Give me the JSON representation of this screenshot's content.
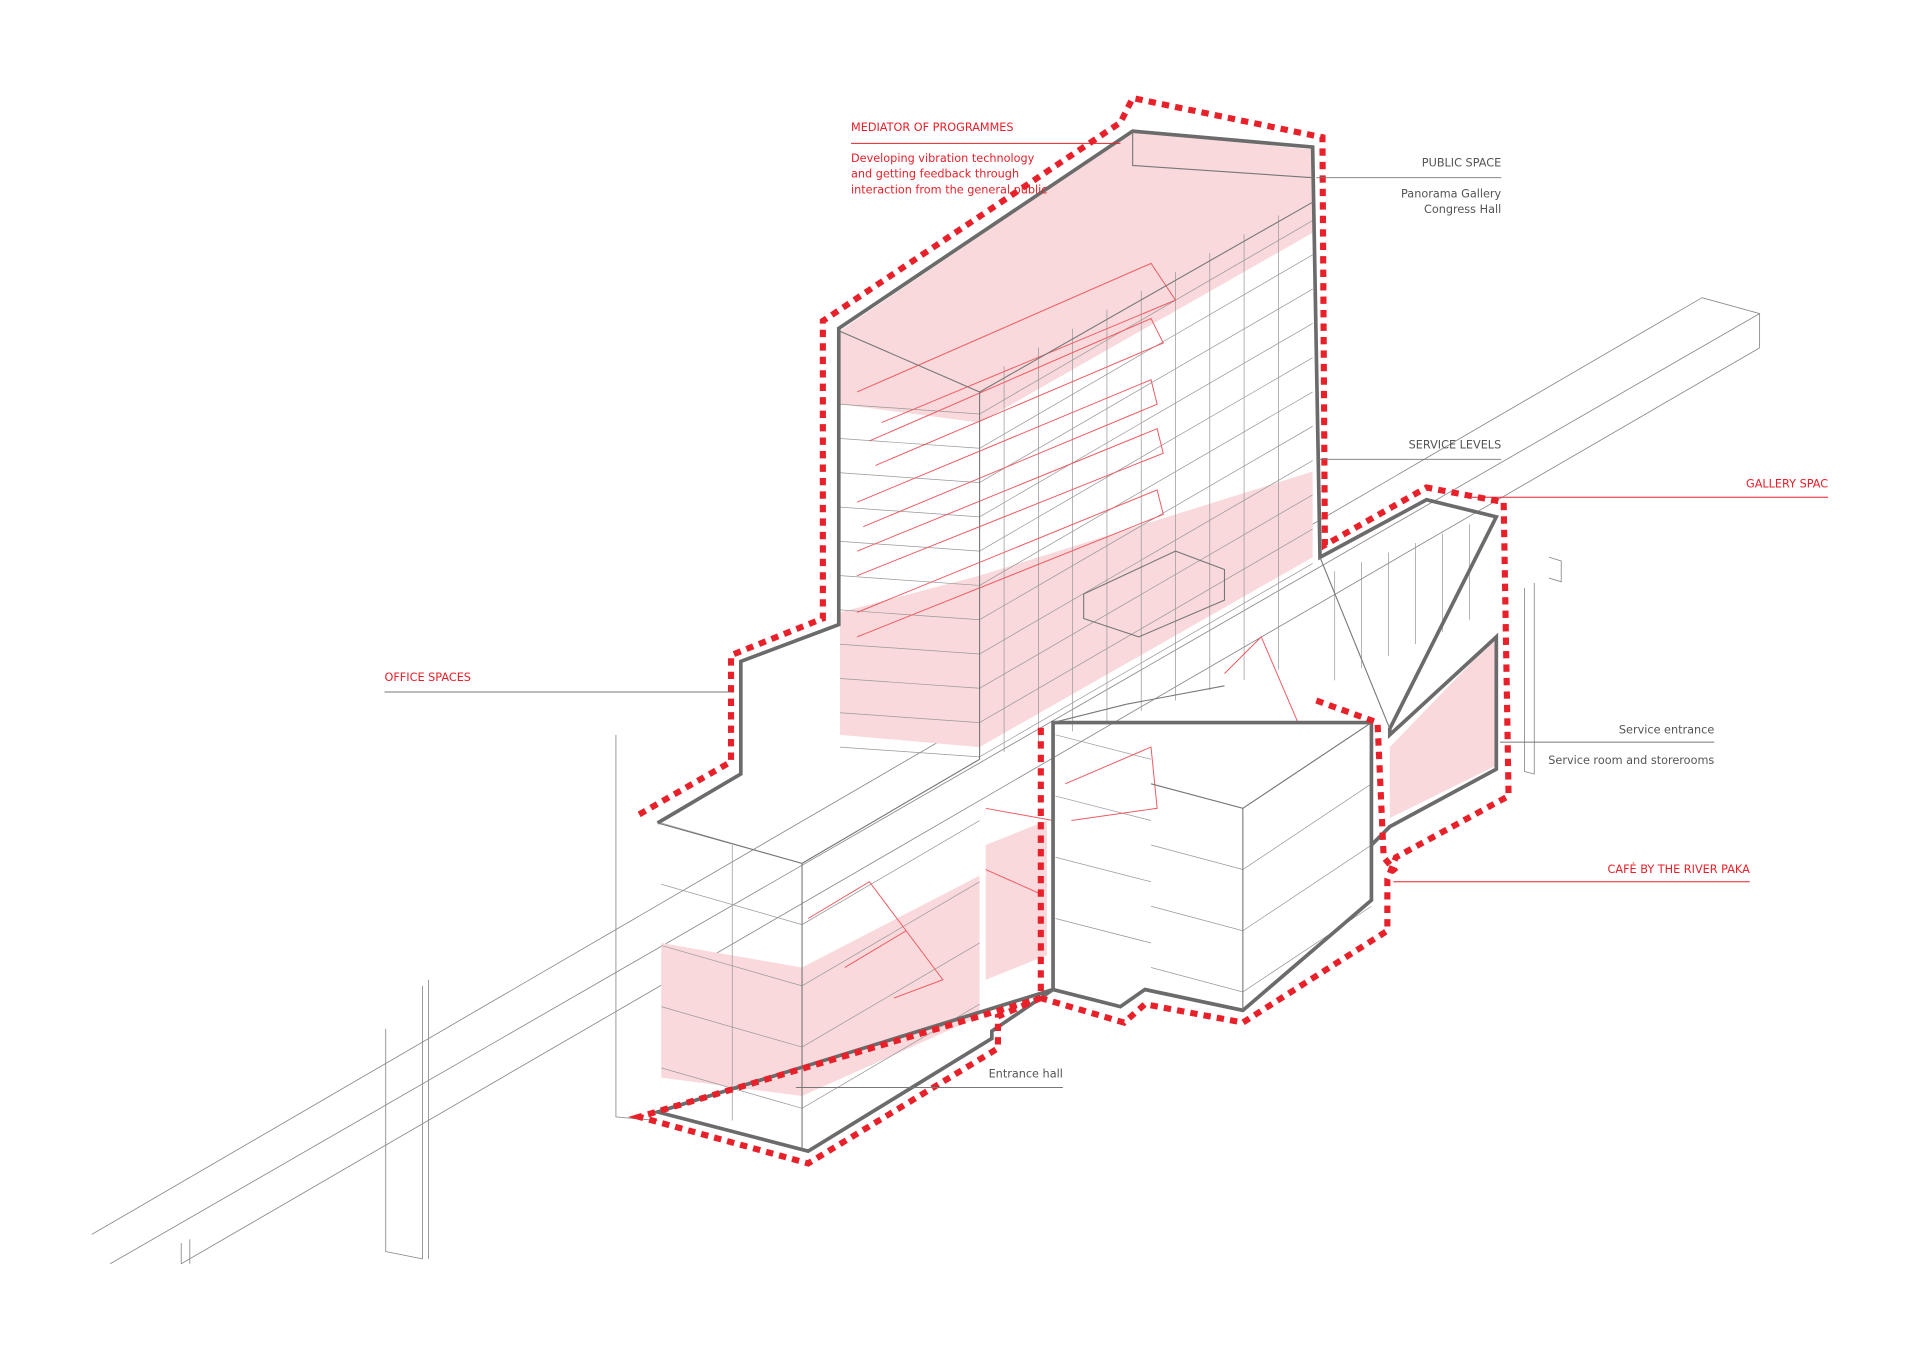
{
  "labels": {
    "mediator_title": "MEDIATOR OF PROGRAMMES",
    "mediator_desc": [
      "Developing vibration technology",
      "and getting feedback through",
      "interaction from the general public"
    ],
    "public_space": "PUBLIC SPACE",
    "public_space_items": [
      "Panorama Gallery",
      "Congress Hall"
    ],
    "service_levels": "SERVICE LEVELS",
    "gallery_space": "GALLERY SPAC",
    "office_spaces": "OFFICE SPACES",
    "service_entrance": "Service entrance",
    "service_rooms": "Service room and storerooms",
    "cafe": "CAFÉ BY THE RIVER PAKA",
    "entrance_hall": "Entrance hall"
  },
  "colors": {
    "accent": "#e8202a",
    "fill": "#f9d9dc",
    "outline": "#6b6b6b",
    "line": "#9a9a9a"
  }
}
